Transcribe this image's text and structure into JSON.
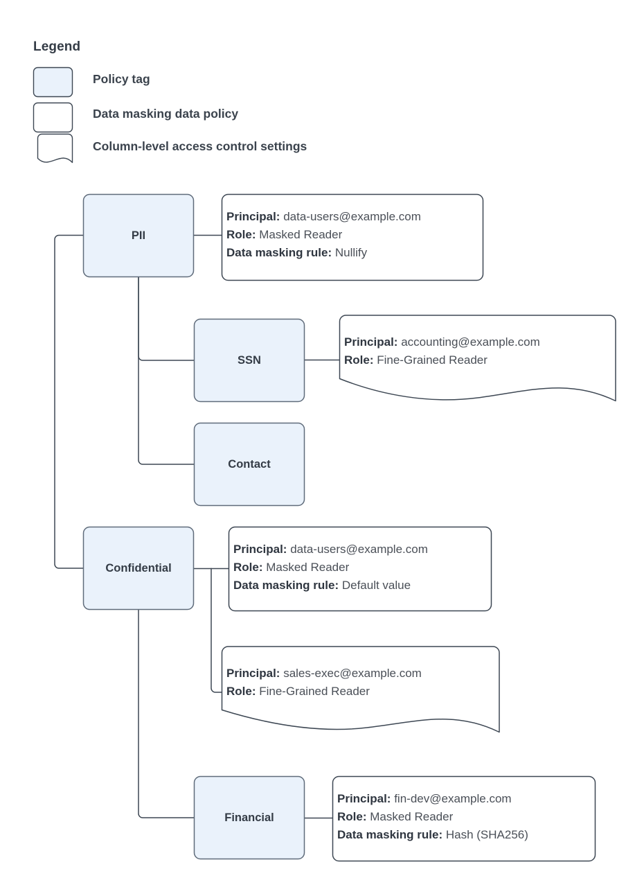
{
  "legend": {
    "title": "Legend",
    "items": [
      {
        "label": "Policy tag",
        "swatch": "filled-rounded-rect",
        "fill": "#eaf2fb"
      },
      {
        "label": "Data masking data policy",
        "swatch": "rounded-rect",
        "fill": "#ffffff"
      },
      {
        "label": "Column-level access control settings",
        "swatch": "wavy-bottom-rect",
        "fill": "#ffffff"
      }
    ]
  },
  "colors": {
    "tag_fill": "#eaf2fb",
    "tag_stroke": "#5f6b7a",
    "card_fill": "#ffffff",
    "card_stroke": "#3d4753",
    "connector": "#3d4753",
    "text": "#343c46"
  },
  "nodes": [
    {
      "id": "pii",
      "label": "PII"
    },
    {
      "id": "ssn",
      "label": "SSN"
    },
    {
      "id": "contact",
      "label": "Contact"
    },
    {
      "id": "confidential",
      "label": "Confidential"
    },
    {
      "id": "financial",
      "label": "Financial"
    }
  ],
  "cards": [
    {
      "id": "pii-policy",
      "shape": "rounded-rect",
      "lines": [
        {
          "key": "Principal:",
          "value": "data-users@example.com"
        },
        {
          "key": "Role:",
          "value": "Masked Reader"
        },
        {
          "key": "Data masking rule:",
          "value": "Nullify"
        }
      ]
    },
    {
      "id": "ssn-access",
      "shape": "wavy-bottom-rect",
      "lines": [
        {
          "key": "Principal:",
          "value": "accounting@example.com"
        },
        {
          "key": "Role:",
          "value": "Fine-Grained Reader"
        }
      ]
    },
    {
      "id": "confidential-policy",
      "shape": "rounded-rect",
      "lines": [
        {
          "key": "Principal:",
          "value": "data-users@example.com"
        },
        {
          "key": "Role:",
          "value": "Masked Reader"
        },
        {
          "key": "Data masking rule:",
          "value": "Default value"
        }
      ]
    },
    {
      "id": "confidential-access",
      "shape": "wavy-bottom-rect",
      "lines": [
        {
          "key": "Principal:",
          "value": "sales-exec@example.com"
        },
        {
          "key": "Role:",
          "value": "Fine-Grained Reader"
        }
      ]
    },
    {
      "id": "financial-policy",
      "shape": "rounded-rect",
      "lines": [
        {
          "key": "Principal:",
          "value": "fin-dev@example.com"
        },
        {
          "key": "Role:",
          "value": "Masked Reader"
        },
        {
          "key": "Data masking rule:",
          "value": "Hash (SHA256)"
        }
      ]
    }
  ]
}
